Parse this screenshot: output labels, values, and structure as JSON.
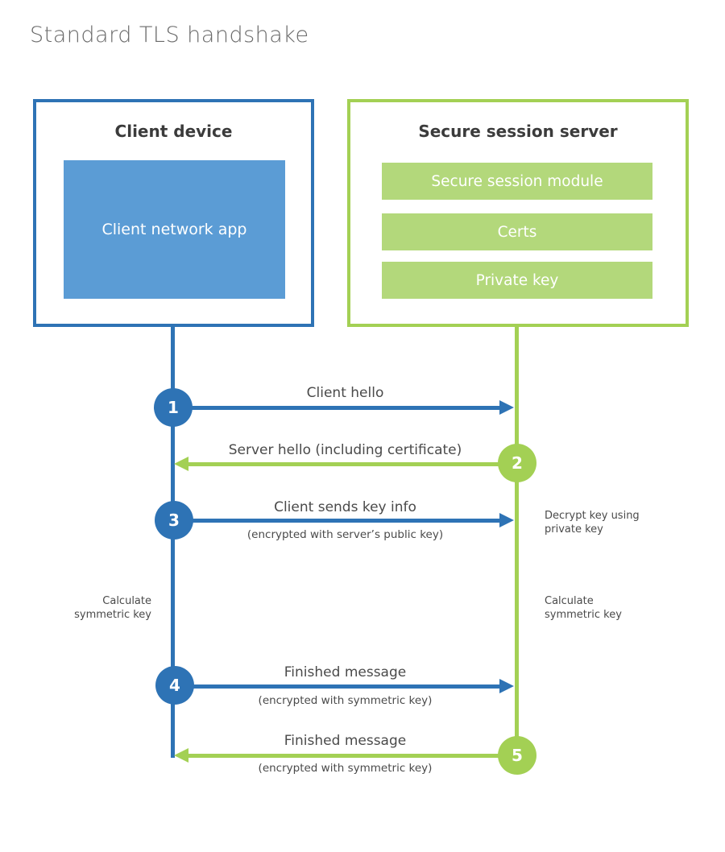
{
  "title": "Standard TLS handshake",
  "colors": {
    "blue": "#2e73b5",
    "blue_fill": "#5b9cd5",
    "green": "#a3d054",
    "green_fill": "#b3d87b",
    "heading_text": "#3b3b3b",
    "label_text": "#4a4a4a",
    "title_text": "#6a6a6a"
  },
  "client_box": {
    "title": "Client device",
    "app_label": "Client network app"
  },
  "server_box": {
    "title": "Secure session server",
    "modules": [
      "Secure session module",
      "Certs",
      "Private key"
    ]
  },
  "steps": [
    {
      "num": "1",
      "label": "Client hello",
      "sub": "",
      "direction": "right",
      "color": "blue"
    },
    {
      "num": "2",
      "label": "Server hello (including certificate)",
      "sub": "",
      "direction": "left",
      "color": "green"
    },
    {
      "num": "3",
      "label": "Client sends key info",
      "sub": "(encrypted with server’s public key)",
      "direction": "right",
      "color": "blue"
    },
    {
      "num": "4",
      "label": "Finished message",
      "sub": "(encrypted with symmetric key)",
      "direction": "right",
      "color": "blue"
    },
    {
      "num": "5",
      "label": "Finished message",
      "sub": "(encrypted with symmetric key)",
      "direction": "left",
      "color": "green"
    }
  ],
  "notes": {
    "decrypt": "Decrypt key using private key",
    "calc_left": "Calculate symmetric key",
    "calc_right": "Calculate symmetric key"
  }
}
